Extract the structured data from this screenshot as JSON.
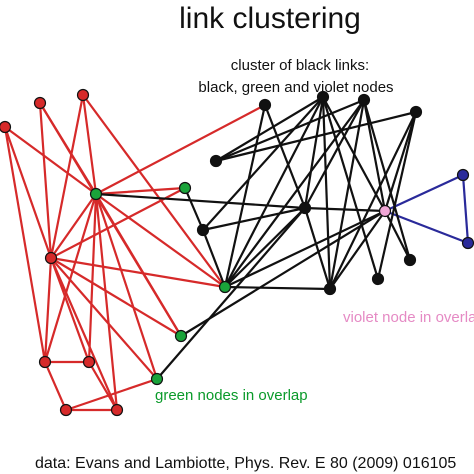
{
  "title": "link clustering",
  "annotations": {
    "cluster_line1": "cluster of black links:",
    "cluster_line2": "black, green and violet nodes",
    "violet_label": "violet node in overlap",
    "green_label": "green nodes in overlap",
    "source": "data: Evans and Lambiotte, Phys. Rev. E 80 (2009) 016105"
  },
  "colors": {
    "red": "#d62a2a",
    "black": "#111111",
    "blue": "#2a2a9a",
    "green_node": "#1aa33a",
    "violet_node": "#f0a6d6",
    "green_text": "#0a9a2a",
    "violet_text": "#e58ac4"
  }
}
